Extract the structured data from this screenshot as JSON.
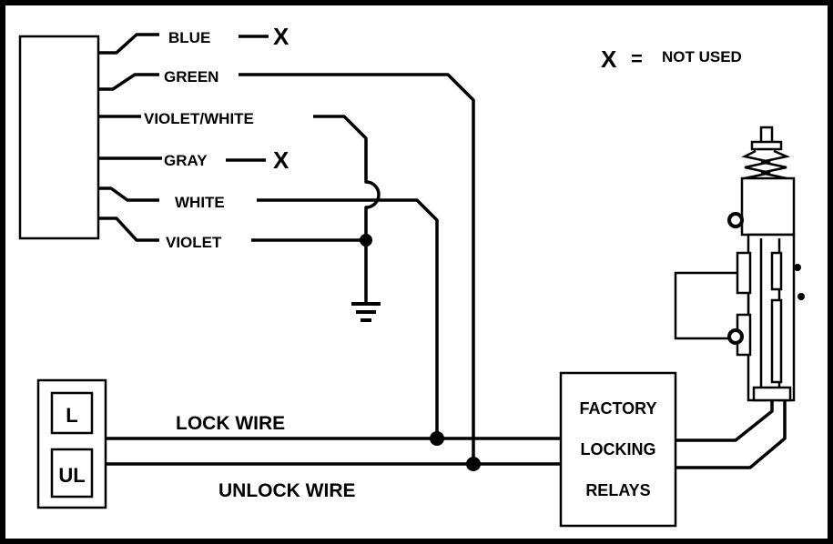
{
  "legend": {
    "x_mark": "X",
    "equals": "=",
    "text": "NOT USED"
  },
  "connector_wires": [
    {
      "label": "BLUE",
      "note": "X"
    },
    {
      "label": "GREEN"
    },
    {
      "label": "VIOLET/WHITE"
    },
    {
      "label": "GRAY",
      "note": "X"
    },
    {
      "label": "WHITE"
    },
    {
      "label": "VIOLET"
    }
  ],
  "switch": {
    "lock": "L",
    "unlock": "UL"
  },
  "lock_wire": "LOCK WIRE",
  "unlock_wire": "UNLOCK WIRE",
  "relays": {
    "line1": "FACTORY",
    "line2": "LOCKING",
    "line3": "RELAYS"
  }
}
